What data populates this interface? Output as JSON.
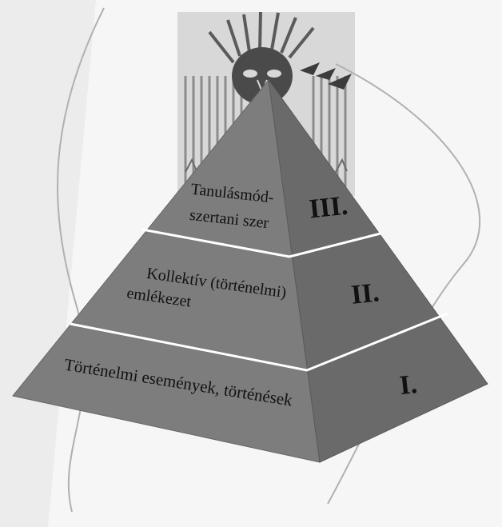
{
  "pyramid": {
    "levels": [
      {
        "numeral": "III.",
        "text_lines": [
          "Tanulásmód-",
          "szertani szer"
        ]
      },
      {
        "numeral": "II.",
        "text_lines": [
          "Kollektív (történelmi)",
          "emlékezet"
        ]
      },
      {
        "numeral": "I.",
        "text_lines": [
          "Történelmi események, történések"
        ]
      }
    ]
  },
  "colors": {
    "front_face": "#7d7d7d",
    "side_face": "#6a6a6a",
    "band_line": "#ffffff",
    "background_art": "#bdbdbd"
  },
  "icons": [
    "stylized-face-illustration"
  ]
}
